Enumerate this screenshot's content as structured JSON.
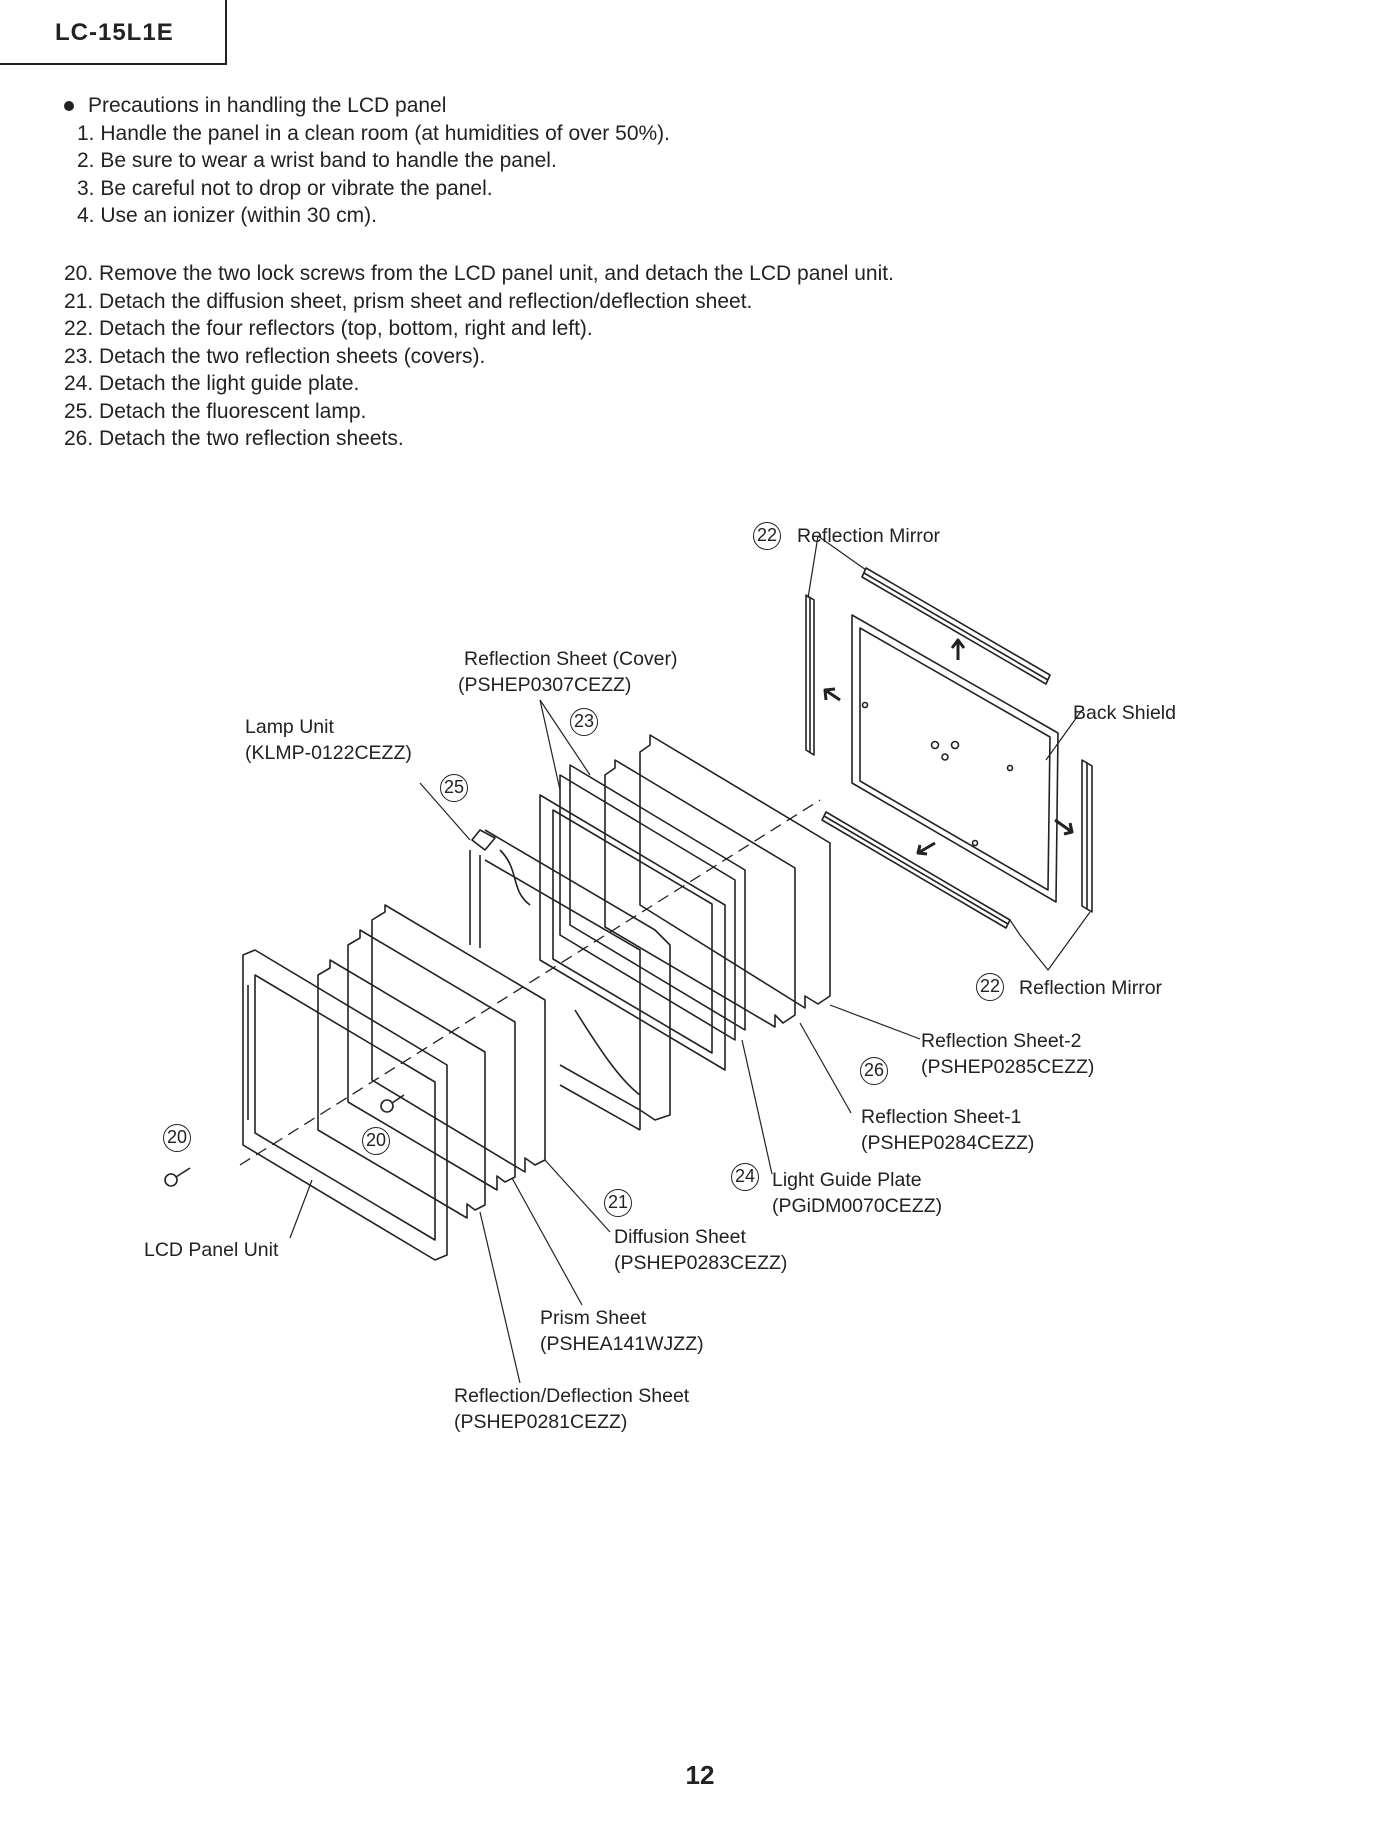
{
  "header": {
    "model": "LC-15L1E"
  },
  "precautions": {
    "title": "Precautions in handling the LCD panel",
    "items": [
      "1. Handle the panel in a clean room (at humidities of over 50%).",
      "2. Be sure to wear a wrist band to handle the panel.",
      "3. Be careful not to drop or vibrate the panel.",
      "4. Use an ionizer (within 30 cm)."
    ]
  },
  "steps": [
    "20. Remove the two lock screws from the LCD panel unit, and detach the LCD panel unit.",
    "21. Detach the diffusion sheet, prism sheet and reflection/deflection sheet.",
    "22. Detach the four reflectors (top, bottom, right and left).",
    "23. Detach the two reflection sheets (covers).",
    "24. Detach the light guide plate.",
    "25. Detach the fluorescent lamp.",
    "26. Detach the two reflection sheets."
  ],
  "diagram": {
    "callouts": {
      "reflection_mirror_top": {
        "num": "22",
        "label": "Reflection Mirror"
      },
      "reflection_sheet_cover": {
        "num": "23",
        "label": "Reflection Sheet (Cover)",
        "part": "(PSHEP0307CEZZ)"
      },
      "lamp_unit": {
        "num": "25",
        "label": "Lamp Unit",
        "part": "(KLMP-0122CEZZ)"
      },
      "back_shield": {
        "label": "Back Shield"
      },
      "reflection_mirror_bottom": {
        "num": "22",
        "label": "Reflection Mirror"
      },
      "reflection_sheet_2": {
        "num": "26",
        "label": "Reflection Sheet-2",
        "part": "(PSHEP0285CEZZ)"
      },
      "reflection_sheet_1": {
        "label": "Reflection Sheet-1",
        "part": "(PSHEP0284CEZZ)"
      },
      "light_guide_plate": {
        "num": "24",
        "label": "Light Guide Plate",
        "part": "(PGiDM0070CEZZ)"
      },
      "diffusion_sheet": {
        "num": "21",
        "label": "Diffusion Sheet",
        "part": "(PSHEP0283CEZZ)"
      },
      "prism_sheet": {
        "label": "Prism Sheet",
        "part": "(PSHEA141WJZZ)"
      },
      "reflection_deflection_sheet": {
        "label": "Reflection/Deflection Sheet",
        "part": "(PSHEP0281CEZZ)"
      },
      "lcd_panel_unit": {
        "label": "LCD Panel Unit"
      },
      "screw_left": {
        "num": "20"
      },
      "screw_right": {
        "num": "20"
      }
    }
  },
  "page_number": "12"
}
